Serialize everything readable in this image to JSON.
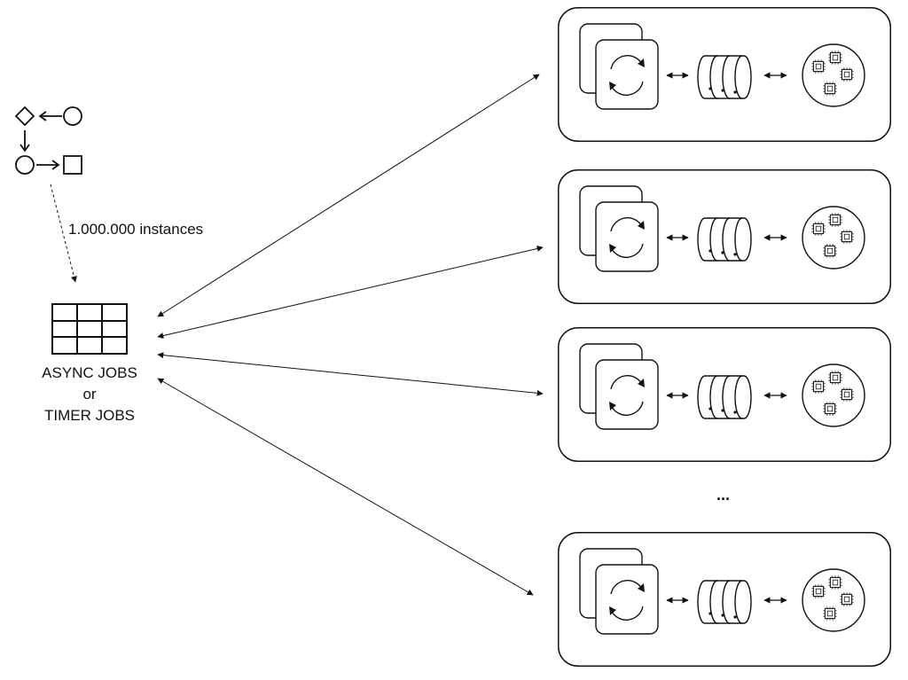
{
  "instances_label": "1.000.000 instances",
  "jobs_table": {
    "line1": "ASYNC JOBS",
    "line2": "or",
    "line3": "TIMER JOBS"
  },
  "ellipsis": "...",
  "colors": {
    "stroke": "#111111",
    "background": "#ffffff"
  },
  "icons": {
    "process_model": "bpmn-process-icon",
    "job_table": "table-grid-icon",
    "engine": "refresh-cycle-icon",
    "database": "database-cylinder-icon",
    "compute": "cpu-cluster-icon"
  },
  "engine_nodes": [
    {
      "id": "node-1"
    },
    {
      "id": "node-2"
    },
    {
      "id": "node-3"
    },
    {
      "id": "node-4"
    }
  ]
}
